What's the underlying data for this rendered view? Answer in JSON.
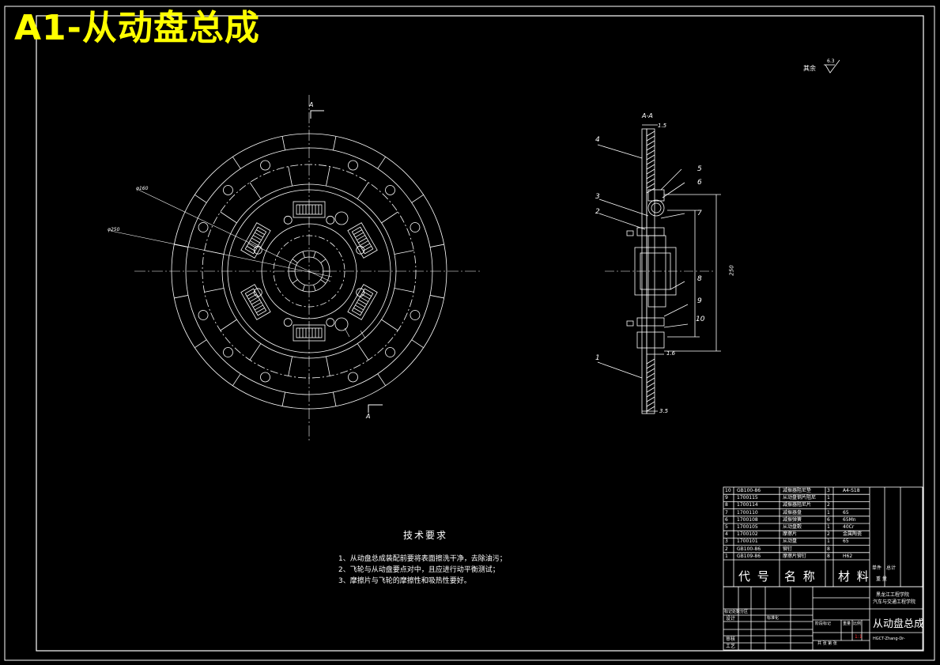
{
  "title": "A1-从动盘总成",
  "roughness": {
    "label": "其余",
    "value": "6.3"
  },
  "section_label": "A-A",
  "cut_label": "A",
  "tech_notes": {
    "title": "技术要求",
    "lines": [
      "1、从动盘总成装配前要将表面擦洗干净，去除油污；",
      "2、飞轮与从动盘要点对中，且应进行动平衡测试；",
      "3、摩擦片与飞轮的摩擦性和吸热性要好。"
    ]
  },
  "balloons": [
    "4",
    "5",
    "6",
    "3",
    "2",
    "7",
    "8",
    "9",
    "10",
    "1"
  ],
  "dims": {
    "top": "1.5",
    "mid": "1.6",
    "bottom": "3.5",
    "dia": "250"
  },
  "front_labels": {
    "a": "φ160",
    "b": "φ250"
  },
  "bom": {
    "rows": [
      {
        "no": "10",
        "code": "GB100-86",
        "name": "减振器阻尼垫",
        "qty": "3",
        "mat": "A4-S18"
      },
      {
        "no": "9",
        "code": "1700115",
        "name": "从动盘钢片阻尼",
        "qty": "1",
        "mat": ""
      },
      {
        "no": "8",
        "code": "1700114",
        "name": "减振器阻尼片",
        "qty": "2",
        "mat": ""
      },
      {
        "no": "7",
        "code": "1700110",
        "name": "减振器盘",
        "qty": "1",
        "mat": "65"
      },
      {
        "no": "6",
        "code": "1700108",
        "name": "减振弹簧",
        "qty": "6",
        "mat": "65Mn"
      },
      {
        "no": "5",
        "code": "1700105",
        "name": "从动盘毂",
        "qty": "1",
        "mat": "40Cr"
      },
      {
        "no": "4",
        "code": "1700102",
        "name": "摩擦片",
        "qty": "2",
        "mat": "金属陶瓷"
      },
      {
        "no": "3",
        "code": "1700101",
        "name": "从动盘",
        "qty": "1",
        "mat": "65"
      },
      {
        "no": "2",
        "code": "GB100-86",
        "name": "铆钉",
        "qty": "8",
        "mat": ""
      },
      {
        "no": "1",
        "code": "GB109-86",
        "name": "摩擦片铆钉",
        "qty": "8",
        "mat": "H62"
      }
    ],
    "header": {
      "code": "代 号",
      "name": "名 称",
      "mat": "材 料"
    },
    "extra": {
      "unit": "单件",
      "total": "总计",
      "weight": "重 量"
    }
  },
  "title_block": {
    "school_line1": "黑龙江工程学院",
    "school_line2": "汽车与交通工程学院",
    "drawing_name": "从动盘总成",
    "labels": {
      "change": "标记处数分区",
      "design": "设计",
      "std": "标准化",
      "review": "审核",
      "process": "工艺",
      "stage": "阶段标记",
      "weight": "重量",
      "scale": "比例"
    },
    "scale": "1:1",
    "sheet": "共 张 第 张",
    "drawing_no": "HGCT-Zhang-Dr-"
  }
}
